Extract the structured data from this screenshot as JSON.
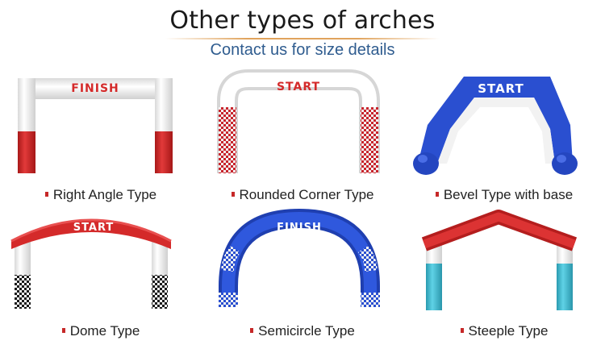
{
  "header": {
    "title": "Other types of arches",
    "subtitle": "Contact us for size details"
  },
  "arches": [
    {
      "caption": "Right Angle Type",
      "banner": "FINISH"
    },
    {
      "caption": "Rounded Corner Type",
      "banner": "START"
    },
    {
      "caption": "Bevel Type with base",
      "banner": "START"
    },
    {
      "caption": "Dome Type",
      "banner": "START"
    },
    {
      "caption": "Semicircle Type",
      "banner": "FINISH"
    },
    {
      "caption": "Steeple Type",
      "banner": ""
    }
  ],
  "colors": {
    "red": "#d42a2a",
    "blue": "#2a4fd0",
    "cyan": "#35b8cf",
    "white_tube": "#f4f4f4",
    "checker_dark": "#1a1a1a",
    "checker_red": "#c8242c",
    "checker_blue": "#2a4fd0",
    "bullet": "#c62828",
    "subtitle": "#2f5c8f"
  }
}
